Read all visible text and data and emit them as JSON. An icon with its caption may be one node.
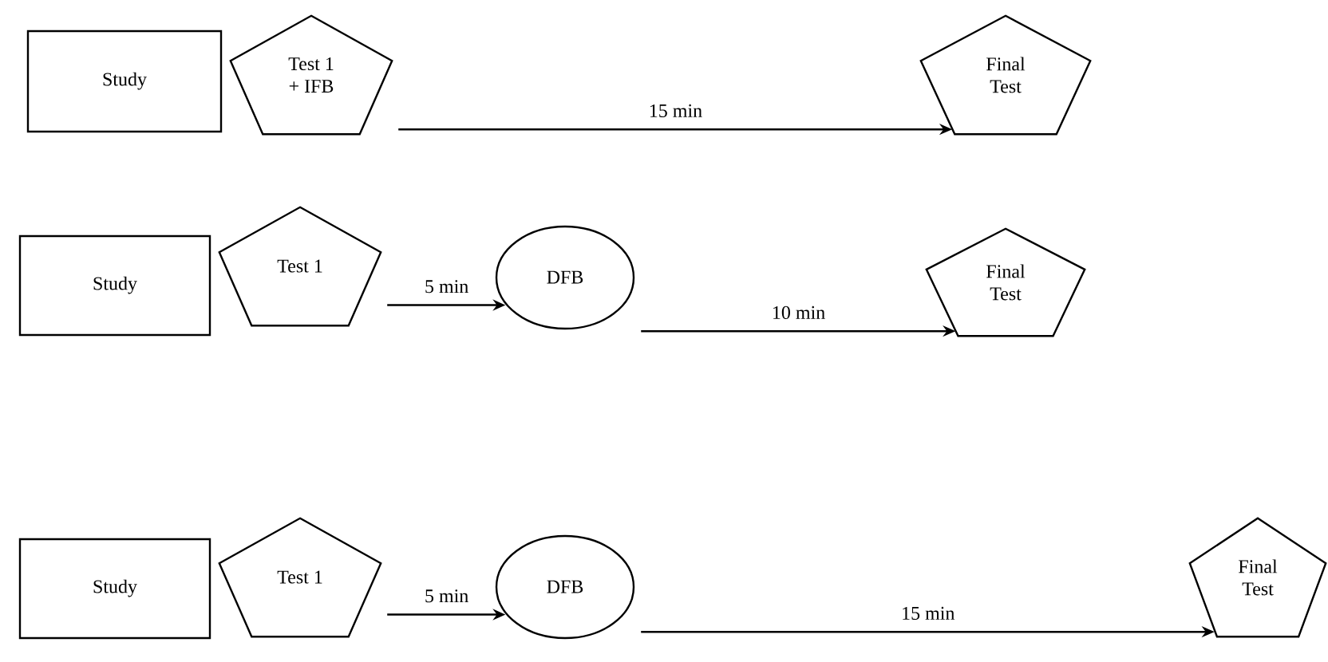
{
  "diagram": {
    "nodes": [
      {
        "text": [
          "Study"
        ]
      },
      {
        "text": [
          "Test 1 + IFB"
        ]
      },
      {
        "text": [
          "Final Test"
        ]
      },
      {
        "text": [
          "Study"
        ]
      },
      {
        "text": [
          "Test 1"
        ]
      },
      {
        "text": [
          "DFB"
        ]
      },
      {
        "text": [
          "Final Test"
        ]
      },
      {
        "text": [
          "Study"
        ]
      },
      {
        "text": [
          "Test 1"
        ]
      },
      {
        "text": [
          "DFB"
        ]
      },
      {
        "text": [
          "Final Test"
        ]
      }
    ],
    "edges": [
      {
        "from": 1,
        "to": 2,
        "arrow": "to",
        "label": "15 min"
      },
      {
        "from": 4,
        "to": 5,
        "arrow": "to",
        "label": "5 min"
      },
      {
        "from": 5,
        "to": 6,
        "arrow": "to",
        "label": "10 min"
      },
      {
        "from": 8,
        "to": 9,
        "arrow": "to",
        "label": "5 min"
      },
      {
        "from": 9,
        "to": 10,
        "arrow": "to",
        "label": "15 min"
      }
    ]
  }
}
